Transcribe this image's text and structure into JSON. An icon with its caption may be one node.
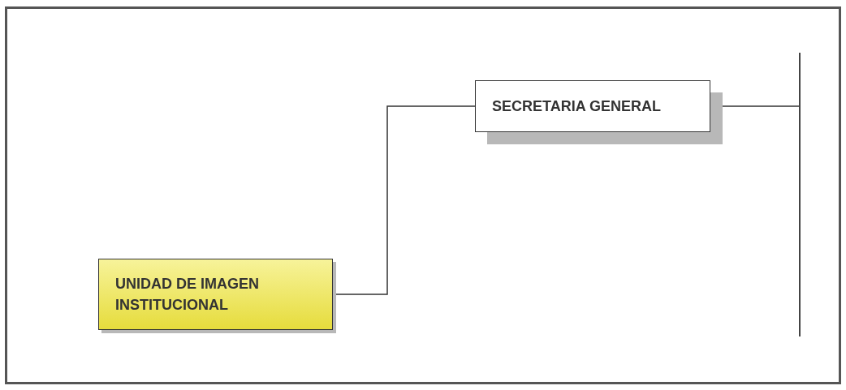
{
  "diagram": {
    "nodes": [
      {
        "text": [
          "SECRETARIA GENERAL"
        ]
      },
      {
        "text": [
          "UNIDAD DE IMAGEN INSTITUCIONAL"
        ]
      },
      {
        "text": [],
        "shape": "bar"
      }
    ],
    "edges": [
      {
        "from": 1,
        "to": 0,
        "arrow": "none"
      },
      {
        "from": 0,
        "to": 2,
        "arrow": "none"
      }
    ]
  }
}
